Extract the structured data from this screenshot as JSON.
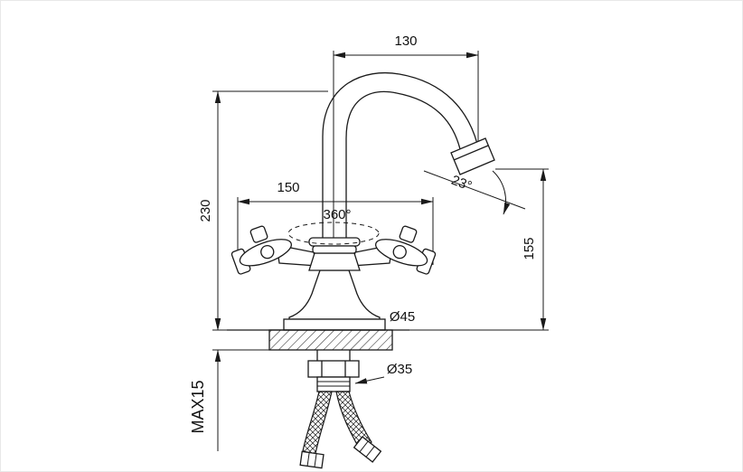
{
  "colors": {
    "ink": "#1a1a1a",
    "background": "#ffffff"
  },
  "dims": {
    "spout_reach": "130",
    "overall_height": "230",
    "handle_span": "150",
    "spout_height": "155",
    "spout_angle": "23°",
    "swivel": "360°",
    "base_diameter": "Ø45",
    "thread_diameter": "Ø35",
    "max_deck_thickness": "MAX15"
  }
}
